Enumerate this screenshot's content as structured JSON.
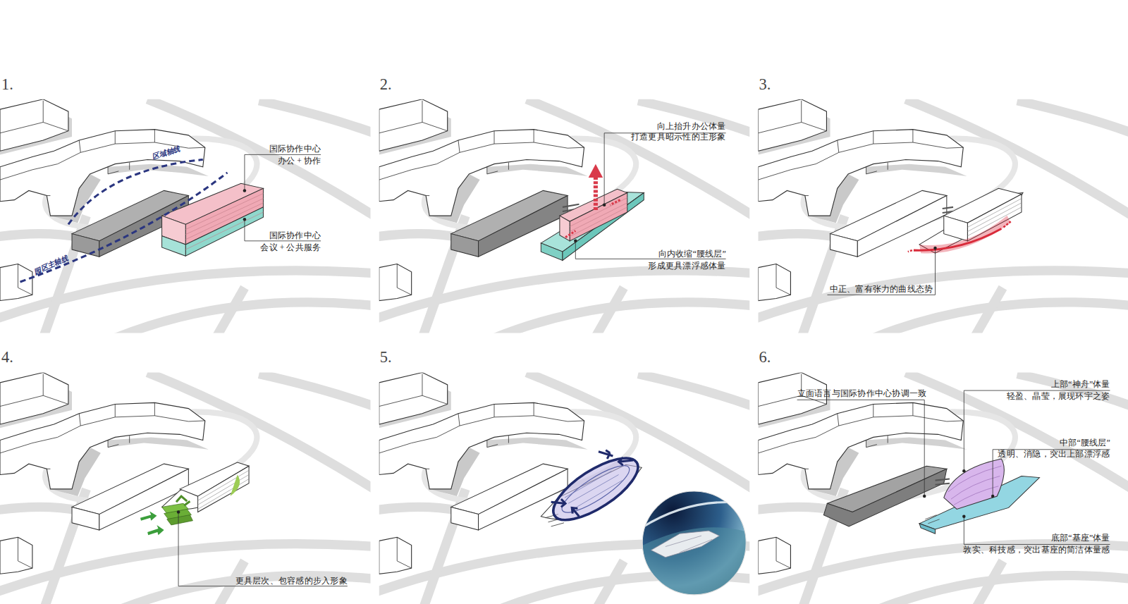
{
  "diagram": {
    "labels": [
      "1.",
      "国际协作中心",
      "办公 + 协作",
      "区域轴线",
      "园区主轴线",
      "国际协作中心",
      "会议 + 公共服务",
      "2.",
      "向上抬升办公体量",
      "打造更具昭示性的主形象",
      "向内收缩“腰线层”",
      "形成更具漂浮感体量",
      "3.",
      "中正、富有张力的曲线态势",
      "4.",
      "更具层次、包容感的步入形象",
      "5.",
      "6.",
      "立面语言与国际协作中心协调一致",
      "上部“神舟”体量",
      "轻盈、晶莹，展现环宇之姿",
      "中部“腰线层”",
      "透明、消隐，突出上部漂浮感",
      "底部“基座”体量",
      "敦实、科技感，突出基座的简洁体量感"
    ]
  }
}
